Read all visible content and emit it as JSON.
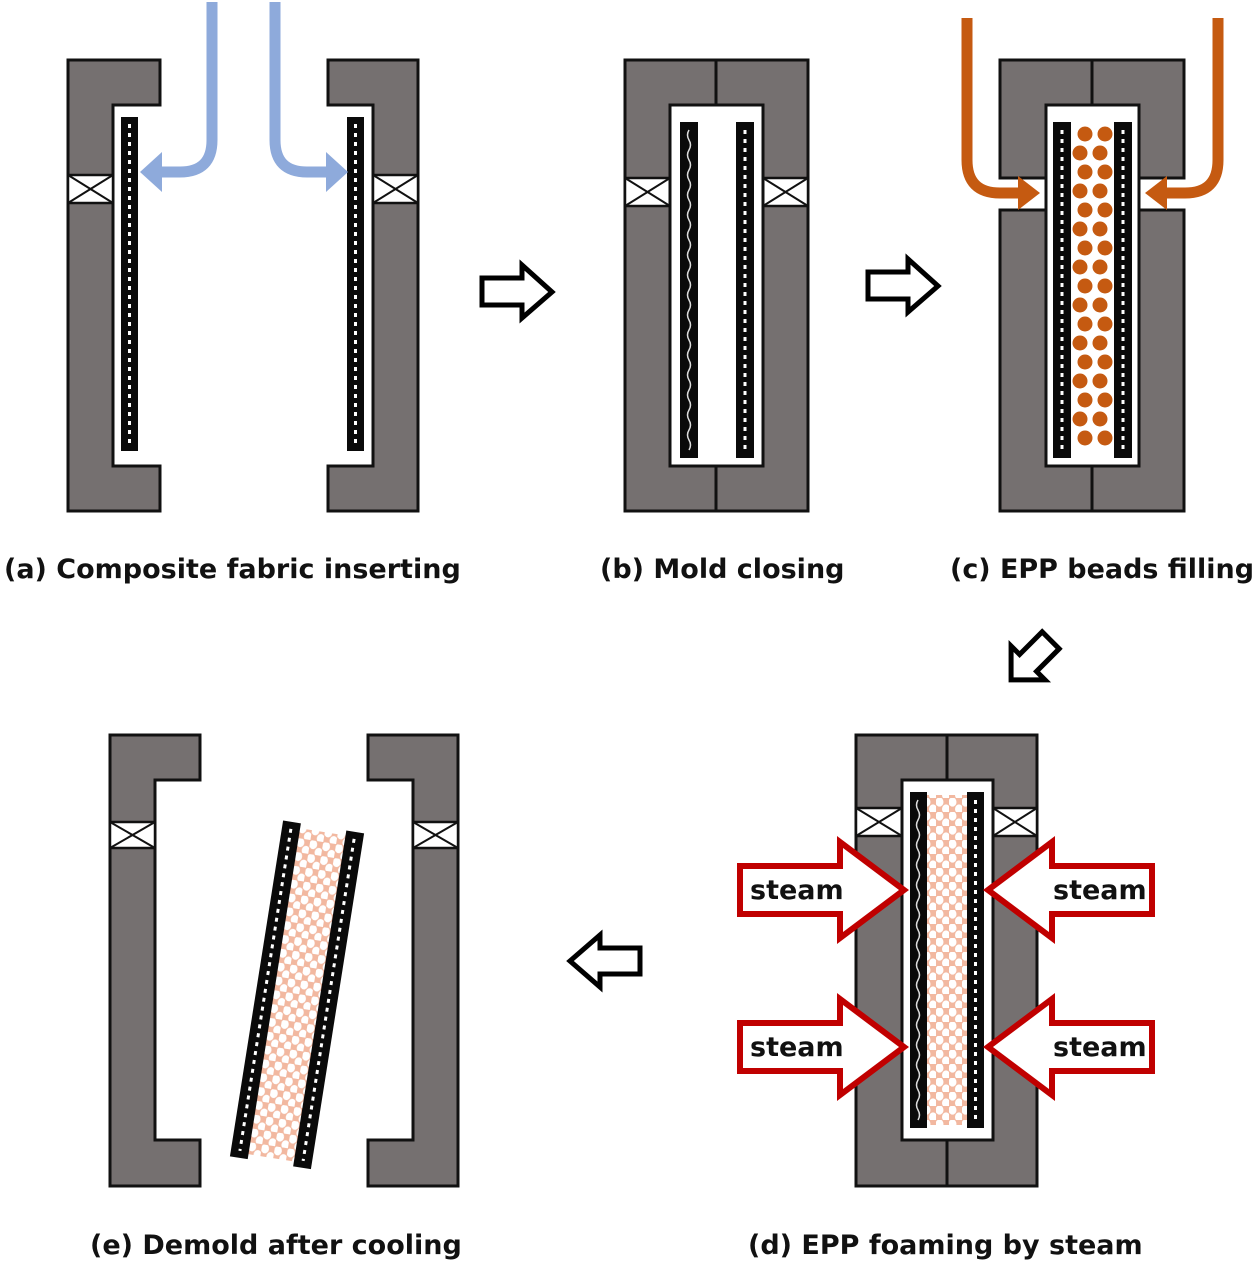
{
  "figure": {
    "title": "EPP foam composite molding process",
    "colors": {
      "mold": "#757070",
      "fabric": "#0a0a0a",
      "fabric_insert_arrow": "#8eaadb",
      "bead_fill_arrow": "#c55a11",
      "bead": "#c55a11",
      "foam": "#f2b8a0",
      "steam_arrow": "#c00000"
    },
    "steps": [
      {
        "id": "a",
        "caption": "(a) Composite fabric inserting"
      },
      {
        "id": "b",
        "caption": "(b) Mold closing"
      },
      {
        "id": "c",
        "caption": "(c) EPP beads filling"
      },
      {
        "id": "d",
        "caption": "(d) EPP foaming by steam"
      },
      {
        "id": "e",
        "caption": "(e) Demold after cooling"
      }
    ],
    "steam_labels": [
      "steam",
      "steam",
      "steam",
      "steam"
    ],
    "flow_arrows": [
      "right",
      "right",
      "down-left",
      "left"
    ]
  }
}
